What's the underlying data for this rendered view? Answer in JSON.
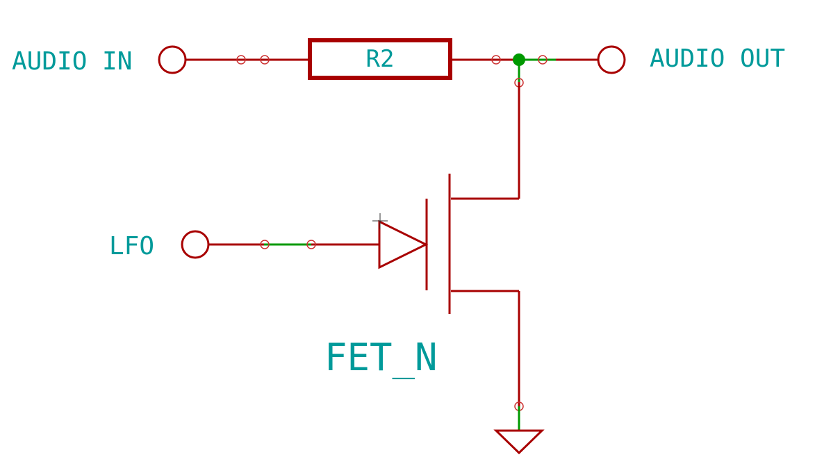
{
  "labels": {
    "audio_in": "AUDIO IN",
    "audio_out": "AUDIO OUT",
    "lfo": "LFO",
    "resistor_ref": "R2",
    "fet_value": "FET_N"
  },
  "colors": {
    "background": "#ffffff",
    "component": "#a80000",
    "wire": "#009900",
    "label": "#009a9a",
    "junction": "#009900"
  }
}
